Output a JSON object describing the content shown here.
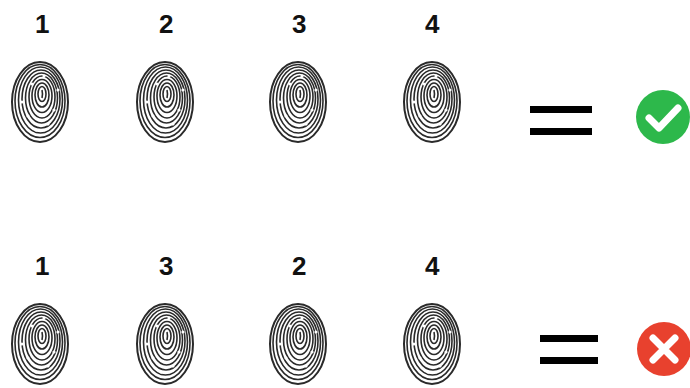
{
  "diagram": {
    "labels": [
      "1",
      "2",
      "3",
      "4",
      "1",
      "3",
      "2",
      "4"
    ]
  }
}
